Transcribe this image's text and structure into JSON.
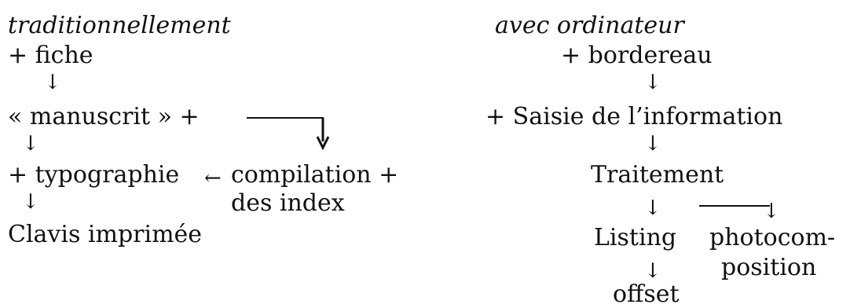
{
  "left_column": {
    "heading": "traditionnellement",
    "fiche": "+ fiche",
    "manuscrit": "« manuscrit » +",
    "typographie": "+ typographie",
    "clavis": "Clavis imprimée",
    "compilation_line1": "compilation +",
    "compilation_line2": "des index"
  },
  "right_column": {
    "heading": "avec ordinateur",
    "bordereau": "+ bordereau",
    "saisie": "+ Saisie de l’information",
    "traitement": "Traitement",
    "listing": "Listing",
    "photocomp_line1": "photocom-",
    "photocomp_line2": "position",
    "offset": "offset"
  },
  "arrows": {
    "down": "↓",
    "left": "←"
  }
}
